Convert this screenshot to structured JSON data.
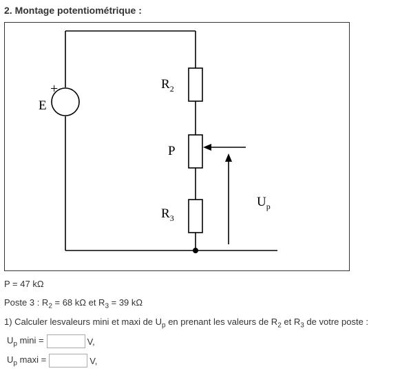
{
  "heading": "2. Montage potentiométrique :",
  "diagram": {
    "label_E": "E",
    "label_plus": "+",
    "label_R2": "R",
    "label_R2_sub": "2",
    "label_P": "P",
    "label_R3": "R",
    "label_R3_sub": "3",
    "label_Up": "U",
    "label_Up_sub": "p"
  },
  "text": {
    "p_value": "P = 47 kΩ",
    "poste_prefix": "Poste 3 : R",
    "poste_r2_sub": "2",
    "poste_mid": " = 68 kΩ et R",
    "poste_r3_sub": "3",
    "poste_suffix": " = 39 kΩ",
    "question_prefix": "1) Calculer lesvaleurs mini et maxi de U",
    "question_up_sub": "p",
    "question_mid1": " en prenant les valeurs de R",
    "question_r2_sub": "2",
    "question_mid2": " et R",
    "question_r3_sub": "3",
    "question_suffix": " de votre poste :"
  },
  "answers": {
    "up_mini_prefix": "U",
    "up_mini_sub": "p",
    "up_mini_label": " mini =",
    "up_mini_value": "",
    "up_mini_unit": "V,",
    "up_maxi_prefix": "U",
    "up_maxi_sub": "p",
    "up_maxi_label": " maxi =",
    "up_maxi_value": "",
    "up_maxi_unit": "V,"
  }
}
